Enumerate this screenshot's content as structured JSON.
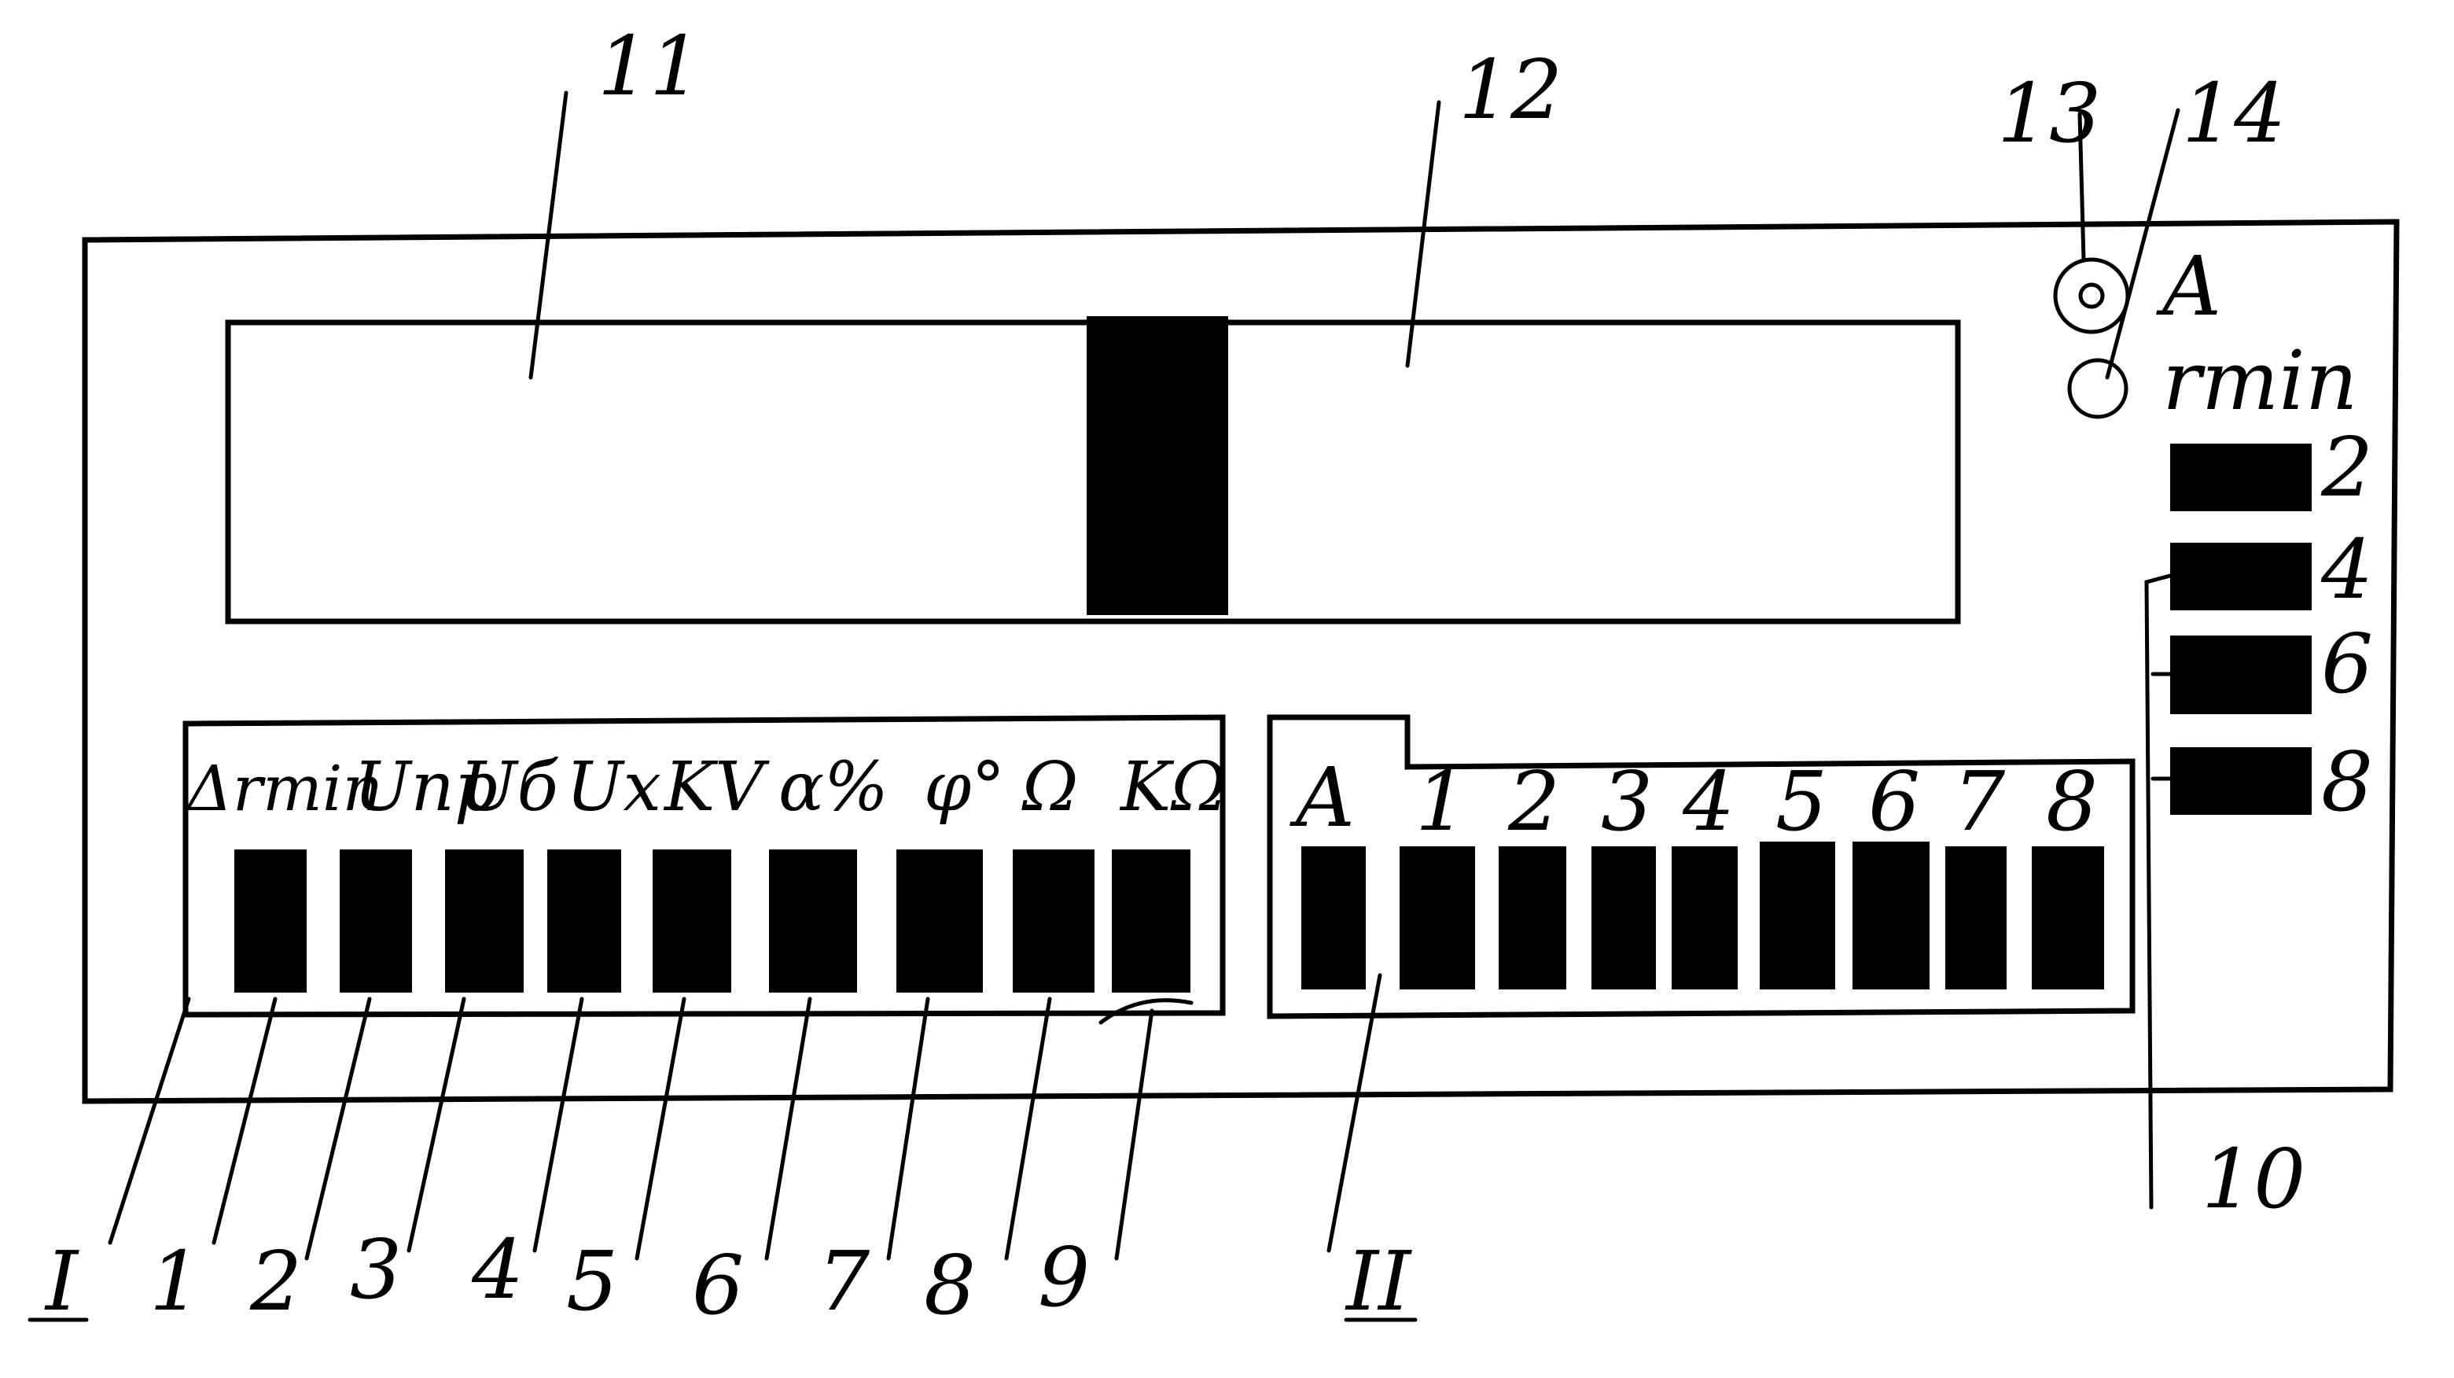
{
  "callouts": {
    "c11": "11",
    "c12": "12",
    "c13": "13",
    "c14": "14",
    "c10": "10",
    "roman1": "I",
    "roman2": "II"
  },
  "indicators": {
    "a_label": "A",
    "rmin_label": "rmin"
  },
  "group1_keys": [
    "Δrmin",
    "Uпр",
    "Uб",
    "Ux",
    "KV",
    "α%",
    "φ°",
    "Ω",
    "KΩ"
  ],
  "group1_numbers": [
    "1",
    "2",
    "3",
    "4",
    "5",
    "6",
    "7",
    "8",
    "9"
  ],
  "group2_header": "A",
  "group2_keys": [
    "1",
    "2",
    "3",
    "4",
    "5",
    "6",
    "7",
    "8"
  ],
  "side_keys": [
    "2",
    "4",
    "6",
    "8"
  ]
}
